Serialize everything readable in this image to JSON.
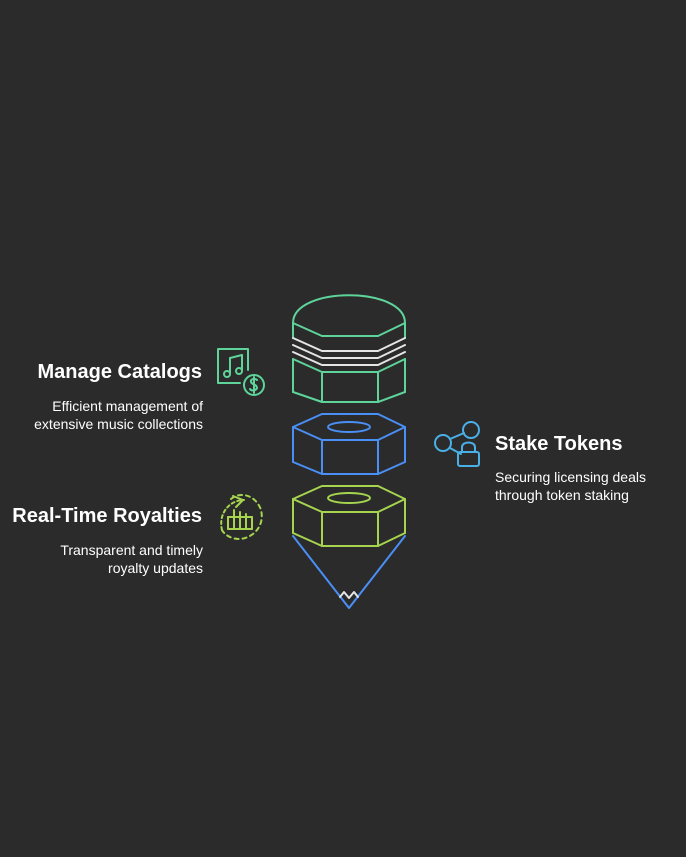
{
  "items": [
    {
      "id": "manage-catalogs",
      "title": "Manage Catalogs",
      "description_lines": [
        "Efficient management of",
        "extensive music collections"
      ],
      "icon": "music-notes-dollar-icon",
      "color": "#5ed39a"
    },
    {
      "id": "stake-tokens",
      "title": "Stake Tokens",
      "description_lines": [
        "Securing licensing deals",
        "through token staking"
      ],
      "icon": "share-lock-icon",
      "color": "#4ab0e8"
    },
    {
      "id": "real-time-royalties",
      "title": "Real-Time Royalties",
      "description_lines": [
        "Transparent and timely",
        "royalty updates"
      ],
      "icon": "refresh-chart-icon",
      "color": "#a6d44f"
    }
  ],
  "colors": {
    "background": "#2b2b2b",
    "cap_stroke": "#5ed39a",
    "bands_stroke": "#e5e5e5",
    "nut_blue": "#4a8ff5",
    "nut_green": "#a6d44f",
    "tip_stroke": "#4a8ff5",
    "text": "#ffffff"
  }
}
